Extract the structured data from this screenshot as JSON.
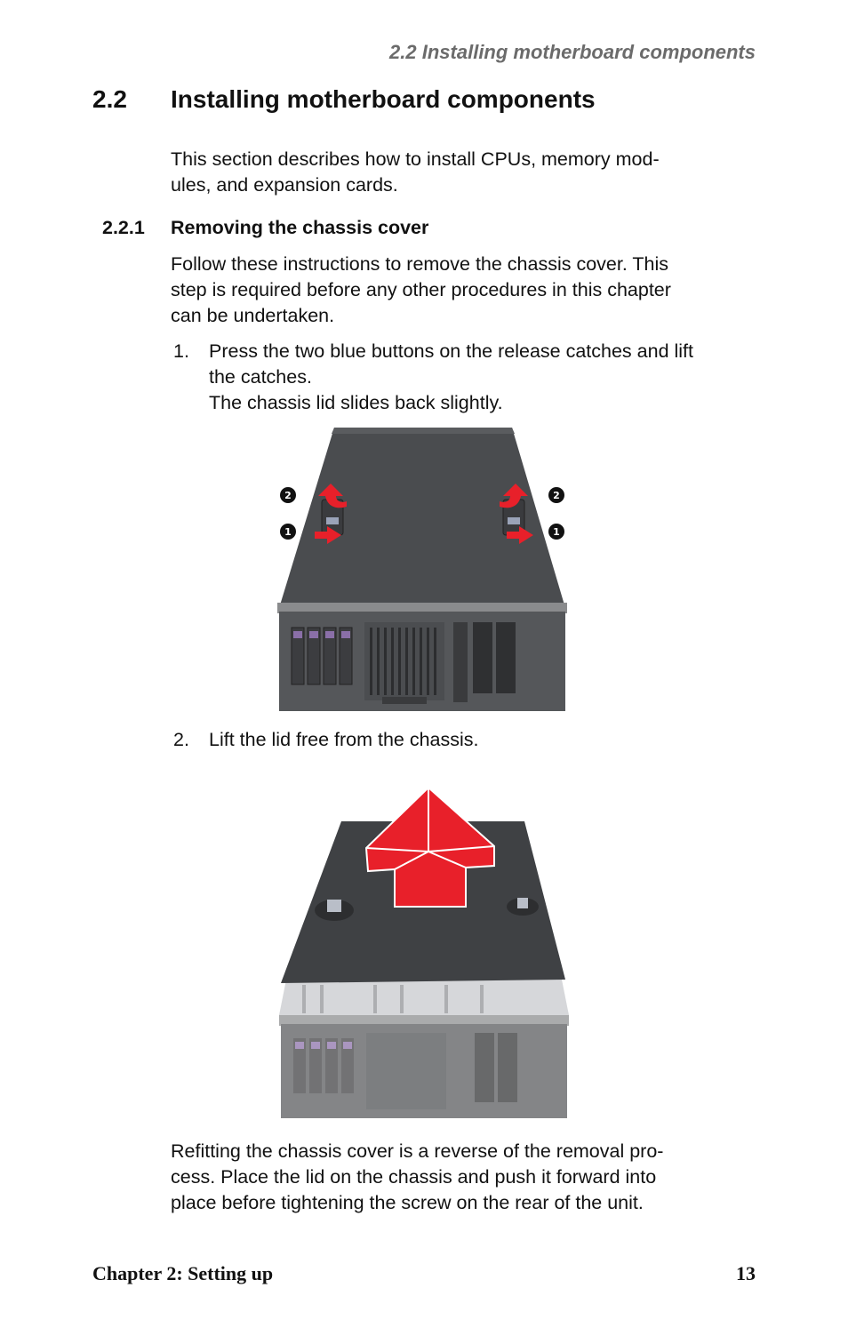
{
  "header": {
    "running_title": "2.2  Installing motherboard components"
  },
  "section": {
    "number": "2.2",
    "title": "Installing motherboard components",
    "intro_line1": "This section describes how to install CPUs, memory mod-",
    "intro_line2": "ules, and expansion cards."
  },
  "subsection": {
    "number": "2.2.1",
    "title": "Removing the chassis cover",
    "intro_line1": "Follow these instructions to remove the chassis cover. This",
    "intro_line2": "step is required before any other procedures in this chapter",
    "intro_line3": "can be undertaken."
  },
  "steps": [
    {
      "num": "1.",
      "line1": "Press the two blue buttons on the release catches and lift",
      "line2": "the catches.",
      "line3": "The chassis lid slides back slightly."
    },
    {
      "num": "2.",
      "line1": "Lift the lid free from the chassis."
    }
  ],
  "figure1": {
    "callout_a": "2",
    "callout_b": "1"
  },
  "closing": {
    "line1": "Refitting the chassis cover is a reverse of the removal pro-",
    "line2": "cess. Place the lid on the chassis and push it forward into",
    "line3": "place before tightening the screw on the rear of the unit."
  },
  "footer": {
    "chapter": "Chapter 2: Setting up",
    "page": "13"
  },
  "colors": {
    "arrow_red": "#e8202a",
    "lid_dark": "#4a4c4f",
    "chassis_front": "#55575a"
  }
}
